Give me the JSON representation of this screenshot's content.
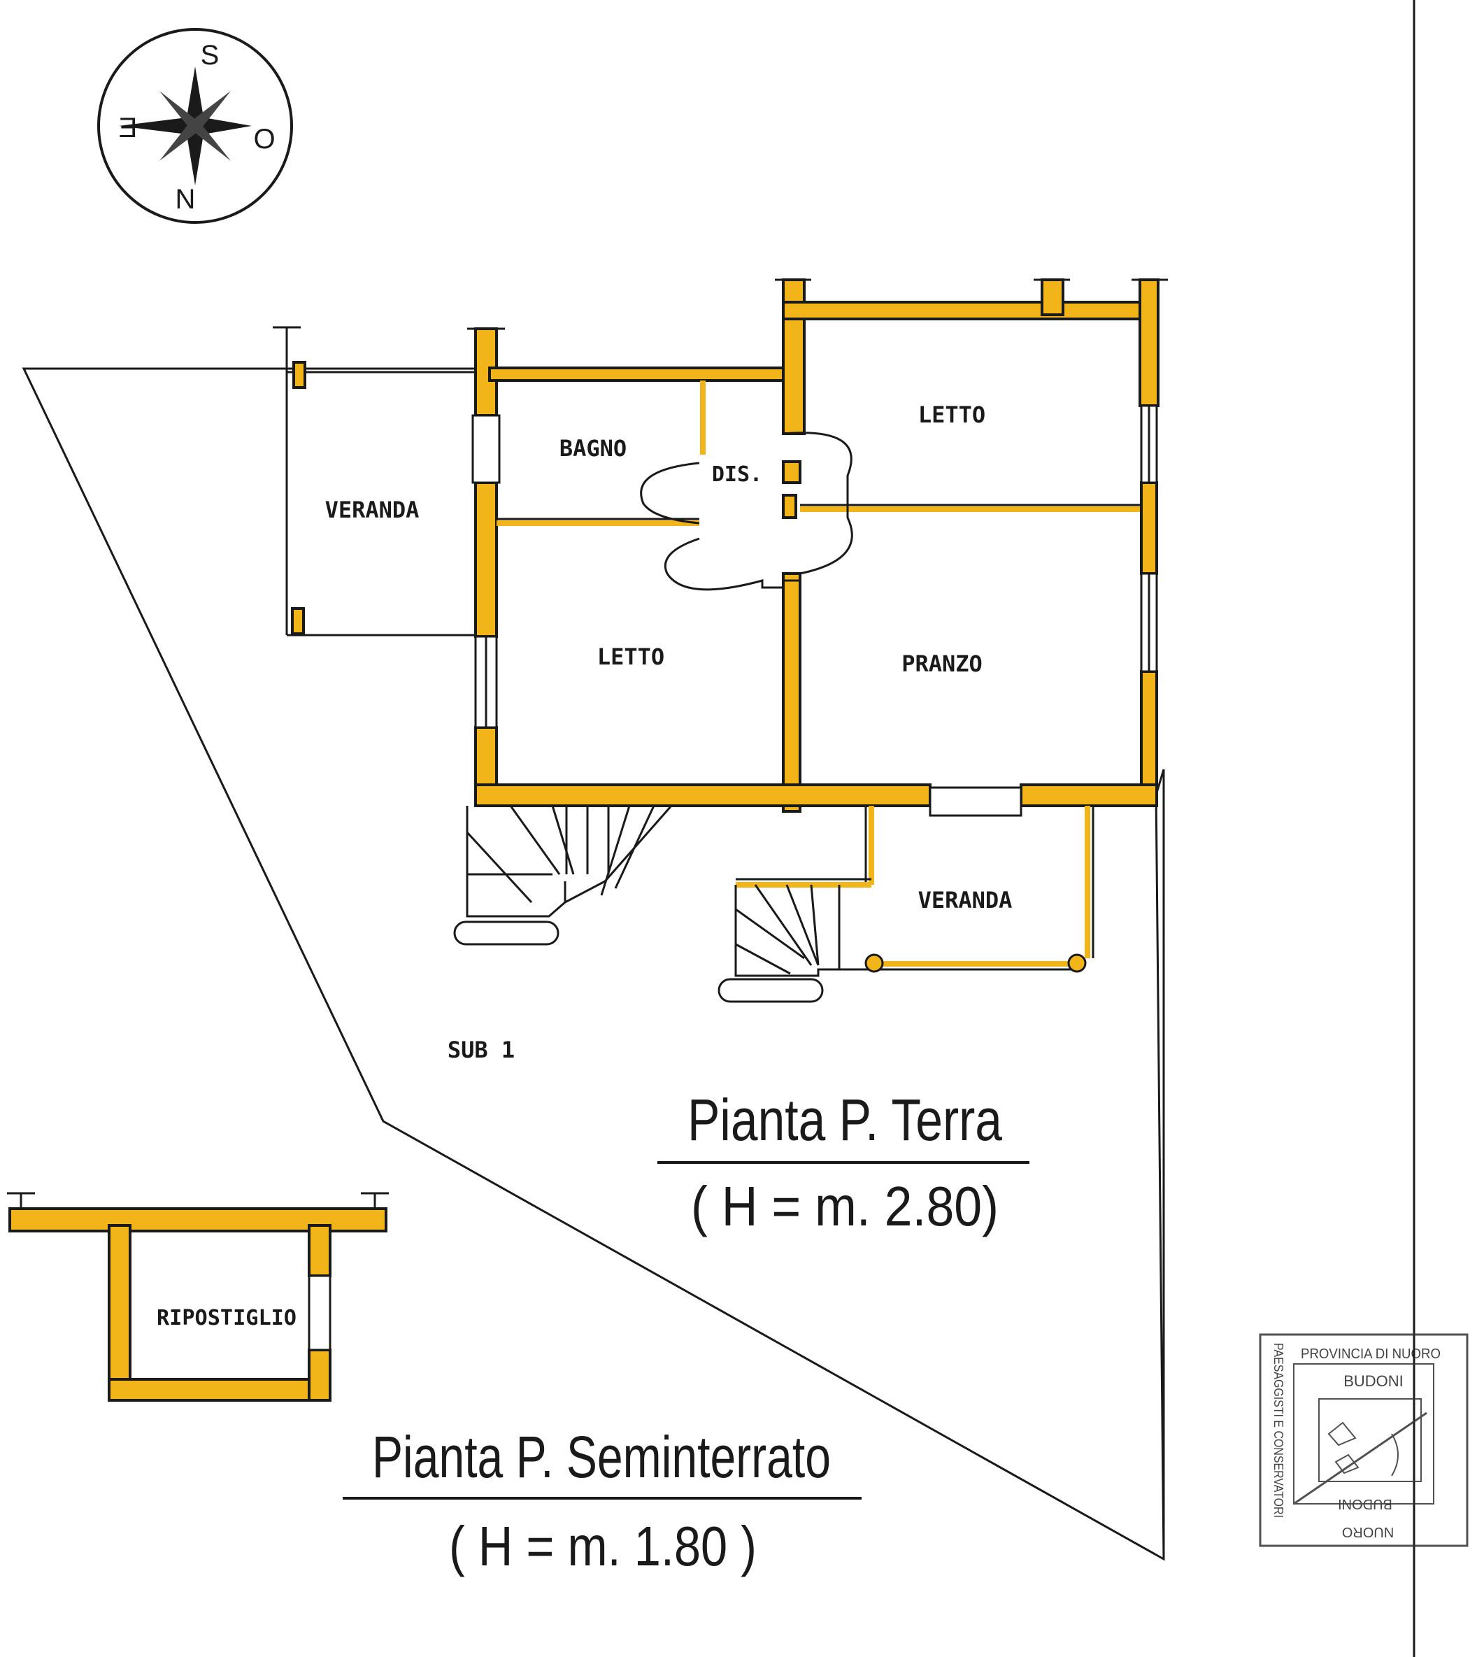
{
  "compass": {
    "top": "S",
    "left": "E",
    "right": "O",
    "bottom": "N"
  },
  "ground_floor": {
    "rooms": {
      "veranda_west": "VERANDA",
      "bagno": "BAGNO",
      "dis": "DIS.",
      "letto_north": "LETTO",
      "letto_south": "LETTO",
      "pranzo": "PRANZO",
      "veranda_south": "VERANDA"
    },
    "sub_label": "SUB 1",
    "title": "Pianta P. Terra",
    "height": "( H = m. 2.80)"
  },
  "basement": {
    "room": "RIPOSTIGLIO",
    "title": "Pianta P. Seminterrato",
    "height": "( H = m. 1.80 )"
  },
  "stamp": {
    "line1": "PROVINCIA DI NUORO",
    "line2": "BUDONI",
    "side": "PAESAGGISTI E CONSERVATORI",
    "bottom1": "BUDONI",
    "bottom2": "NUORO"
  },
  "colors": {
    "wall_fill": "#f2b519",
    "ink": "#1a1a1a"
  }
}
